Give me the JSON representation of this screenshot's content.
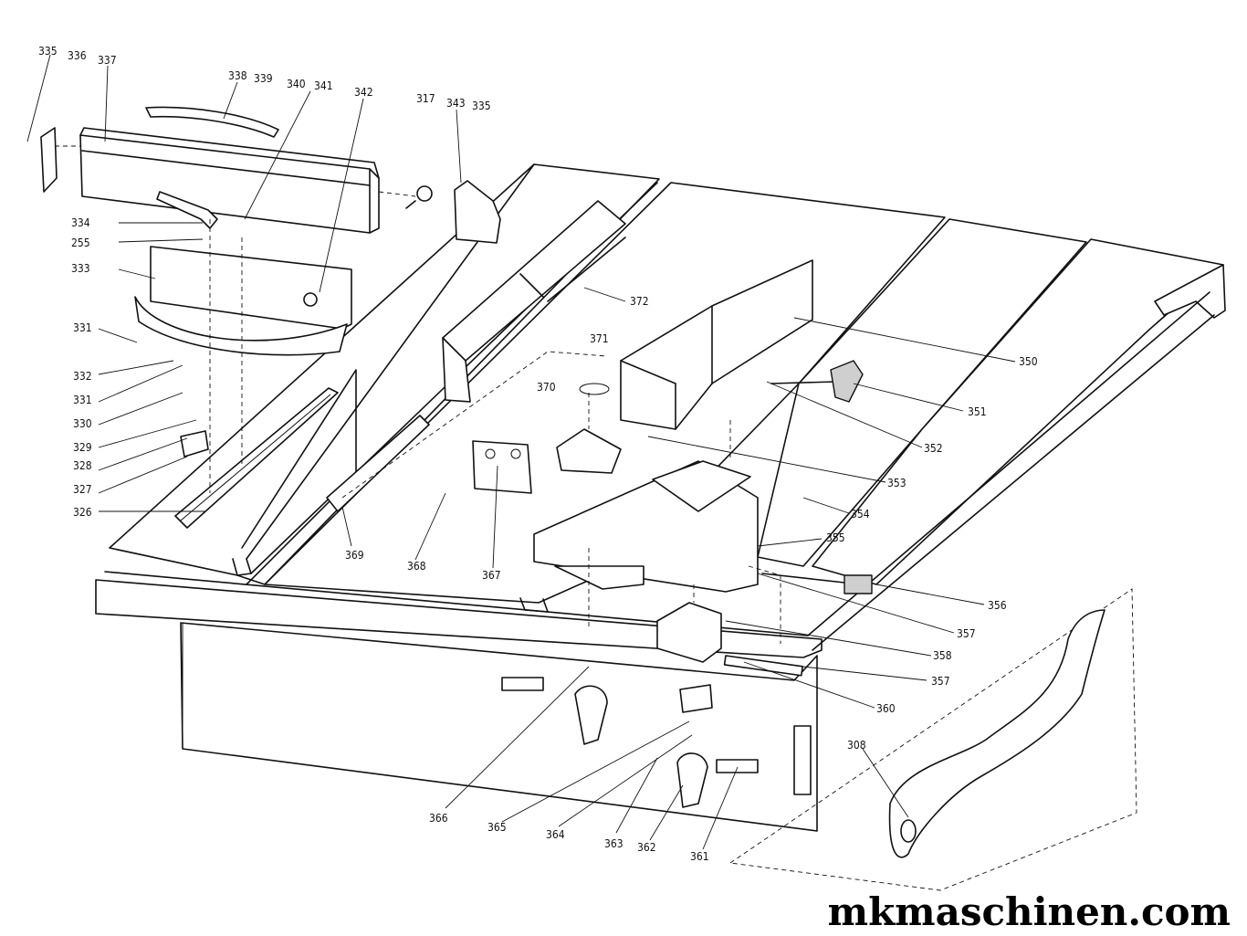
{
  "watermark": "mkmaschinen.com",
  "part_labels": [
    "335",
    "336",
    "337",
    "338",
    "339",
    "340",
    "341",
    "342",
    "317",
    "343",
    "335",
    "334",
    "255",
    "333",
    "331",
    "332",
    "331",
    "330",
    "329",
    "328",
    "327",
    "326",
    "372",
    "371",
    "370",
    "350",
    "351",
    "352",
    "353",
    "354",
    "355",
    "356",
    "357",
    "358",
    "357",
    "360",
    "369",
    "368",
    "367",
    "366",
    "365",
    "364",
    "363",
    "362",
    "361",
    "308"
  ]
}
